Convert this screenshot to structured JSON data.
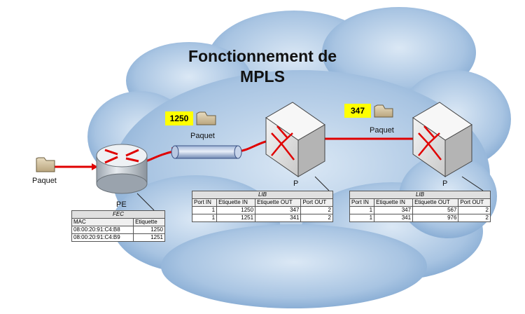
{
  "title_line1": "Fonctionnement de",
  "title_line2": "MPLS",
  "labels": {
    "paquet_left": "Paquet",
    "paquet_middle": "Paquet",
    "paquet_right": "Paquet",
    "pe": "PE",
    "p1": "P",
    "p2": "P"
  },
  "badges": {
    "first": "1250",
    "second": "347"
  },
  "colors": {
    "signal": "#e00000",
    "label_badge": "#ffff00",
    "cloud": "#8fb2d8"
  },
  "icons": [
    "folder-icon",
    "router-icon",
    "switch-icon",
    "tunnel-icon"
  ],
  "fec": {
    "caption": "FEC",
    "headers": [
      "MAC",
      "Etiquette"
    ],
    "rows": [
      [
        "08:00:20:91:C4:B8",
        "1250"
      ],
      [
        "08:00:20:91:C4:B9",
        "1251"
      ]
    ]
  },
  "lib1": {
    "caption": "LIB",
    "headers": [
      "Port IN",
      "Etiquette IN",
      "Etiquette OUT",
      "Port OUT"
    ],
    "rows": [
      [
        "1",
        "1250",
        "347",
        "2"
      ],
      [
        "1",
        "1251",
        "341",
        "2"
      ]
    ]
  },
  "lib2": {
    "caption": "LIB",
    "headers": [
      "Port IN",
      "Etiquette IN",
      "Etiquette OUT",
      "Port OUT"
    ],
    "rows": [
      [
        "1",
        "347",
        "567",
        "2"
      ],
      [
        "1",
        "341",
        "976",
        "2"
      ]
    ]
  }
}
